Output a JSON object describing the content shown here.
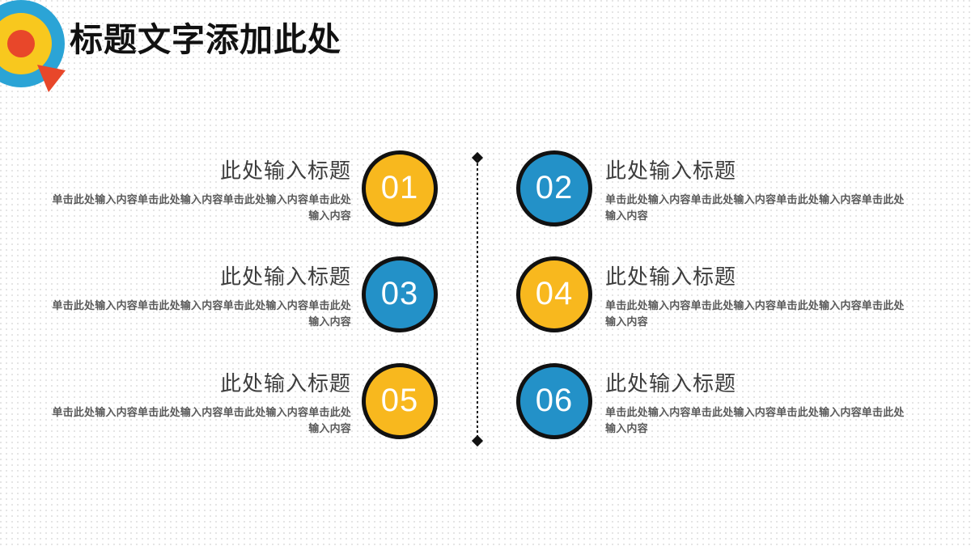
{
  "header": {
    "title": "标题文字添加此处",
    "logo": {
      "name": "target-bullseye-logo",
      "ring_outer_color": "#2BA4D6",
      "ring_middle_color": "#F8C81E",
      "center_color": "#E8472A",
      "arrow_color": "#E8472A"
    }
  },
  "divider": {
    "name": "dotted-vertical-divider",
    "color": "#111111"
  },
  "colors": {
    "yellow": "#F8B81E",
    "blue": "#2391C8",
    "outline": "#111111",
    "title_text": "#111111",
    "item_title_text": "#3d3d3d",
    "item_body_text": "#5a5a5a",
    "background": "#ffffff"
  },
  "items": [
    {
      "number": "01",
      "badge_color": "yellow",
      "side": "left",
      "title": "此处输入标题",
      "body": "单击此处输入内容单击此处输入内容单击此处输入内容单击此处输入内容"
    },
    {
      "number": "02",
      "badge_color": "blue",
      "side": "right",
      "title": "此处输入标题",
      "body": "单击此处输入内容单击此处输入内容单击此处输入内容单击此处输入内容"
    },
    {
      "number": "03",
      "badge_color": "blue",
      "side": "left",
      "title": "此处输入标题",
      "body": "单击此处输入内容单击此处输入内容单击此处输入内容单击此处输入内容"
    },
    {
      "number": "04",
      "badge_color": "yellow",
      "side": "right",
      "title": "此处输入标题",
      "body": "单击此处输入内容单击此处输入内容单击此处输入内容单击此处输入内容"
    },
    {
      "number": "05",
      "badge_color": "yellow",
      "side": "left",
      "title": "此处输入标题",
      "body": "单击此处输入内容单击此处输入内容单击此处输入内容单击此处输入内容"
    },
    {
      "number": "06",
      "badge_color": "blue",
      "side": "right",
      "title": "此处输入标题",
      "body": "单击此处输入内容单击此处输入内容单击此处输入内容单击此处输入内容"
    }
  ]
}
